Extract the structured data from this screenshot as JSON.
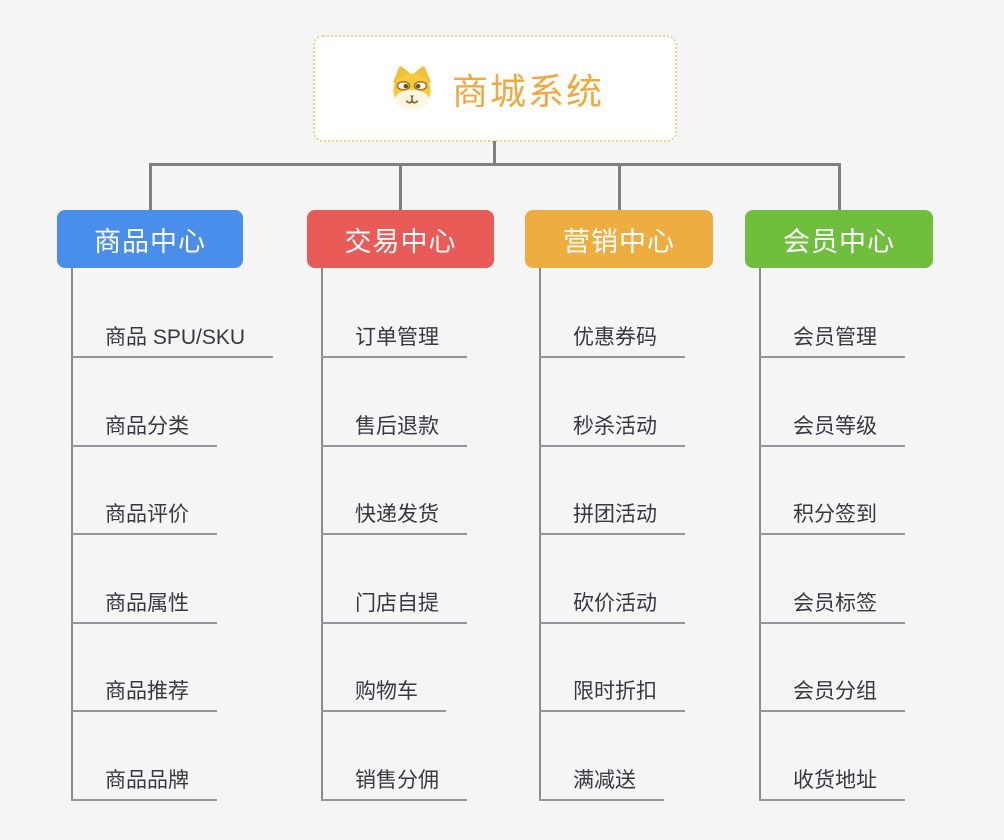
{
  "root": {
    "title": "商城系统",
    "icon": "dog-face-icon",
    "accent_color": "#F0A93E",
    "border_color": "#F5CD8F"
  },
  "connector_color": "#808080",
  "background_color": "#F5F5F5",
  "branches": [
    {
      "label": "商品中心",
      "color": "#4A8EEC",
      "children": [
        "商品 SPU/SKU",
        "商品分类",
        "商品评价",
        "商品属性",
        "商品推荐",
        "商品品牌"
      ]
    },
    {
      "label": "交易中心",
      "color": "#E85B56",
      "children": [
        "订单管理",
        "售后退款",
        "快递发货",
        "门店自提",
        "购物车",
        "销售分佣"
      ]
    },
    {
      "label": "营销中心",
      "color": "#EDAD41",
      "children": [
        "优惠券码",
        "秒杀活动",
        "拼团活动",
        "砍价活动",
        "限时折扣",
        "满减送"
      ]
    },
    {
      "label": "会员中心",
      "color": "#6FBE3E",
      "children": [
        "会员管理",
        "会员等级",
        "积分签到",
        "会员标签",
        "会员分组",
        "收货地址"
      ]
    }
  ]
}
